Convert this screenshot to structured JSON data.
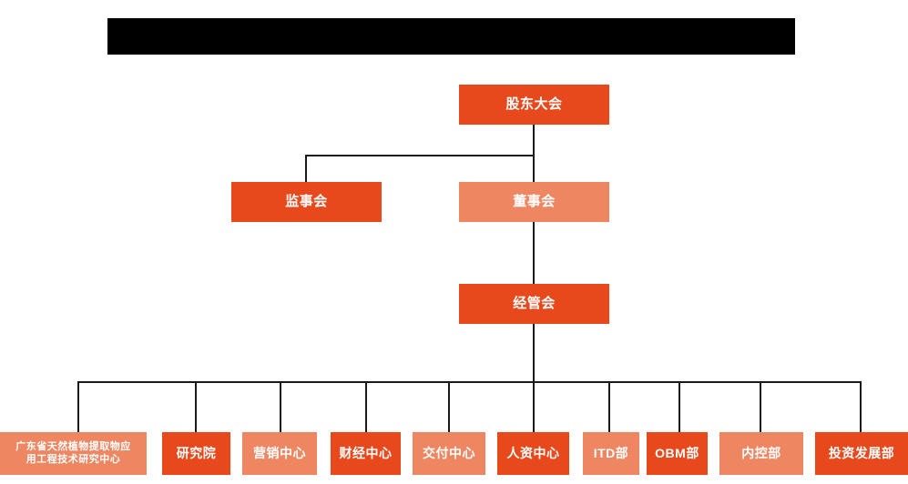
{
  "chart": {
    "type": "org-chart",
    "title_bar": {
      "name": "redacted-title-bar",
      "text": "",
      "color": "#000000"
    },
    "colors": {
      "primary": "#E8491C",
      "secondary": "#EE8661",
      "connector": "#1a1a1a",
      "background": "#FFFFFF",
      "text": "#FFFFFF"
    },
    "levels": [
      {
        "level": 1,
        "nodes": [
          {
            "id": "shareholders",
            "label": "股东大会",
            "tone": "primary"
          }
        ]
      },
      {
        "level": 2,
        "nodes": [
          {
            "id": "supervisors",
            "label": "监事会",
            "tone": "primary"
          },
          {
            "id": "directors",
            "label": "董事会",
            "tone": "secondary"
          }
        ]
      },
      {
        "level": 3,
        "nodes": [
          {
            "id": "management",
            "label": "经管会",
            "tone": "primary"
          }
        ]
      },
      {
        "level": 4,
        "nodes": [
          {
            "id": "research-center",
            "label": "广东省天然植物提取物应用工程技术研究中心",
            "label_line1": "广东省天然植物提取物应",
            "label_line2": "用工程技术研究中心",
            "tone": "secondary"
          },
          {
            "id": "research-institute",
            "label": "研究院",
            "tone": "primary"
          },
          {
            "id": "marketing-center",
            "label": "营销中心",
            "tone": "secondary"
          },
          {
            "id": "finance-center",
            "label": "财经中心",
            "tone": "primary"
          },
          {
            "id": "delivery-center",
            "label": "交付中心",
            "tone": "secondary"
          },
          {
            "id": "hr-center",
            "label": "人资中心",
            "tone": "primary"
          },
          {
            "id": "itd-dept",
            "label": "ITD部",
            "tone": "secondary"
          },
          {
            "id": "obm-dept",
            "label": "OBM部",
            "tone": "primary"
          },
          {
            "id": "internal-control-dept",
            "label": "内控部",
            "tone": "secondary"
          },
          {
            "id": "investment-development-dept",
            "label": "投资发展部",
            "tone": "primary"
          }
        ]
      }
    ],
    "edges": [
      {
        "from": "shareholders",
        "to": "supervisors"
      },
      {
        "from": "shareholders",
        "to": "directors"
      },
      {
        "from": "directors",
        "to": "management"
      },
      {
        "from": "management",
        "to": "research-center"
      },
      {
        "from": "management",
        "to": "research-institute"
      },
      {
        "from": "management",
        "to": "marketing-center"
      },
      {
        "from": "management",
        "to": "finance-center"
      },
      {
        "from": "management",
        "to": "delivery-center"
      },
      {
        "from": "management",
        "to": "hr-center"
      },
      {
        "from": "management",
        "to": "itd-dept"
      },
      {
        "from": "management",
        "to": "obm-dept"
      },
      {
        "from": "management",
        "to": "internal-control-dept"
      },
      {
        "from": "management",
        "to": "investment-development-dept"
      }
    ]
  }
}
